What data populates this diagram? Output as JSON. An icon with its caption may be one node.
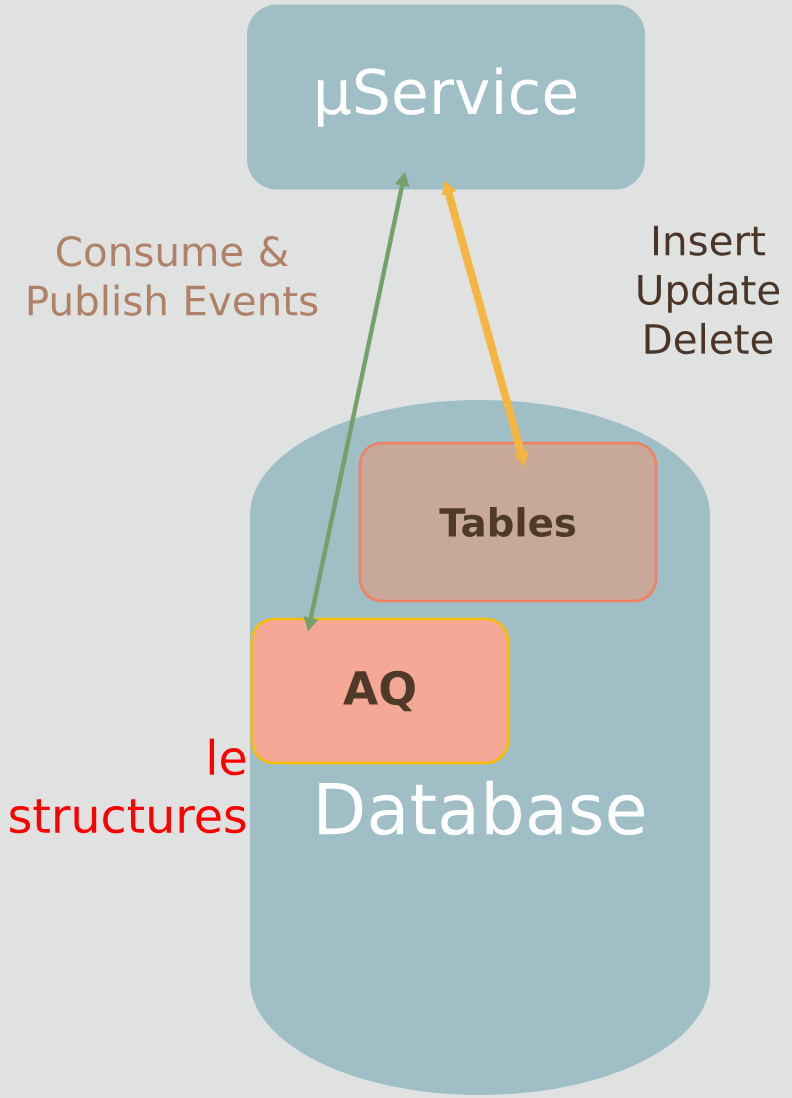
{
  "diagram": {
    "nodes": [
      {
        "text": [
          "µService"
        ]
      },
      {
        "text": [
          "Database"
        ]
      },
      {
        "text": [
          "Tables"
        ],
        "in": 1
      },
      {
        "text": [
          "AQ"
        ],
        "in": 1
      }
    ],
    "edges": [
      {
        "from": 0,
        "to": 3,
        "arrow": "both",
        "color": "#74a06c"
      },
      {
        "from": 0,
        "to": 2,
        "arrow": "both",
        "color": "#f4b642",
        "style": "thick"
      }
    ],
    "labels": [
      "Consume & Publish Events",
      "Insert Update Delete",
      "le structures"
    ]
  }
}
